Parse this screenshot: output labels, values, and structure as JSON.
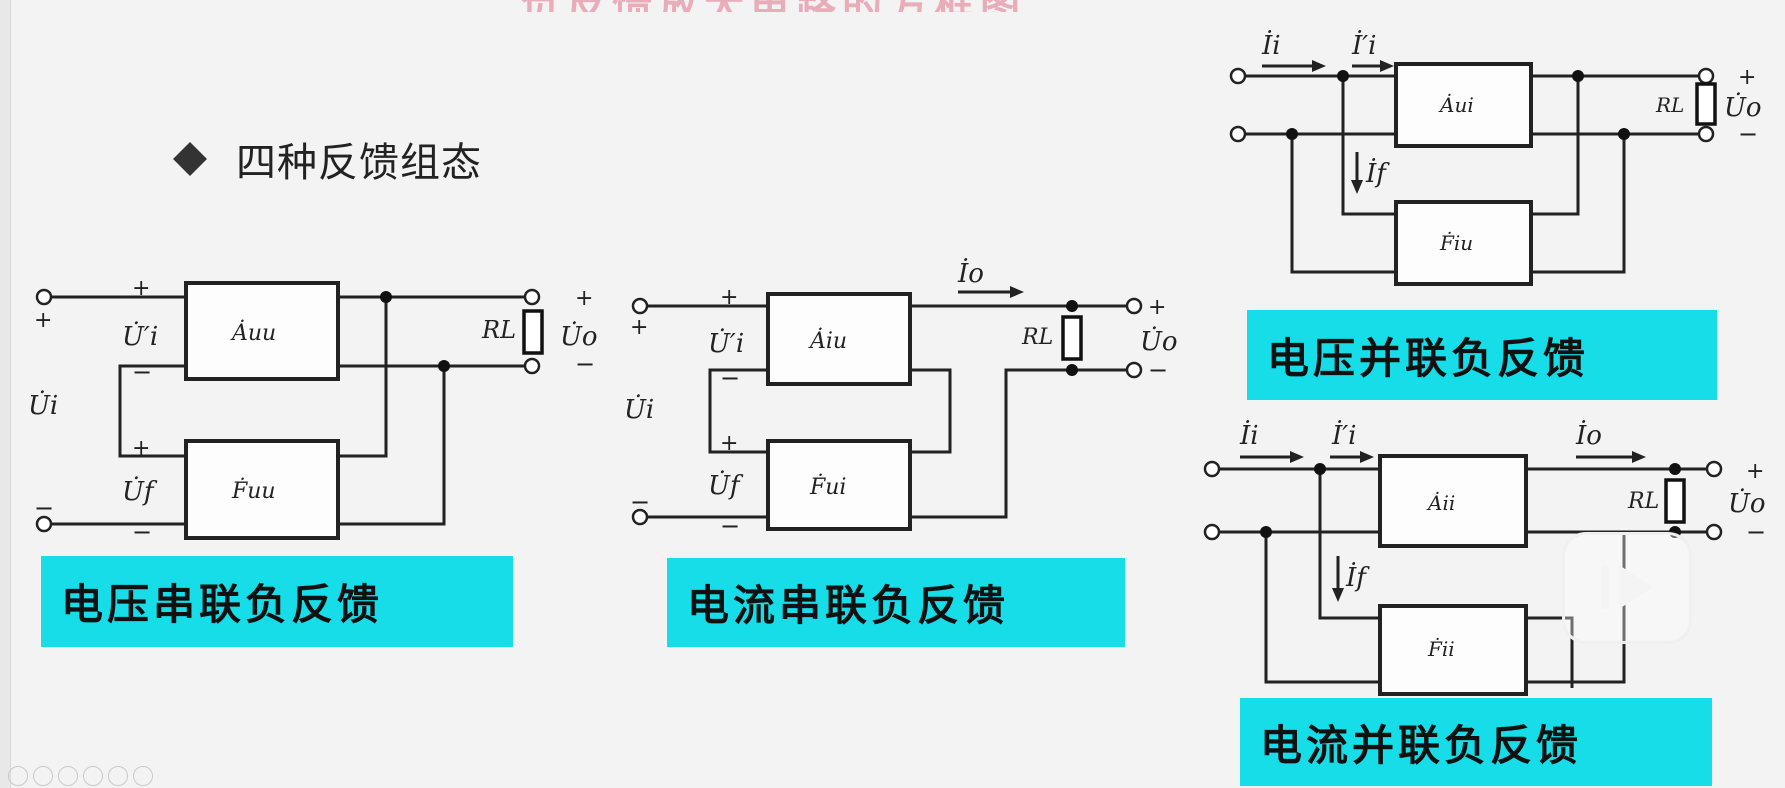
{
  "slide": {
    "title_fragment": "负反馈放大电路的方框图",
    "bullet": "四种反馈组态"
  },
  "diagrams": {
    "voltage_series": {
      "label": "电压串联负反馈",
      "A": "Ȧuu",
      "F": "Ḟuu",
      "Ui": "U̇i",
      "Ui_prime": "U̇′i",
      "Uf": "U̇f",
      "Uo": "U̇o",
      "RL": "RL",
      "plus": "+",
      "minus": "−"
    },
    "current_series": {
      "label": "电流串联负反馈",
      "A": "Ȧiu",
      "F": "Ḟui",
      "Ui": "U̇i",
      "Ui_prime": "U̇′i",
      "Uf": "U̇f",
      "Io": "İo",
      "Uo": "U̇o",
      "RL": "RL",
      "plus": "+",
      "minus": "−"
    },
    "voltage_shunt": {
      "label": "电压并联负反馈",
      "A": "Ȧui",
      "F": "Ḟiu",
      "Ii": "İi",
      "Ii_prime": "İ′i",
      "If": "İf",
      "Uo": "U̇o",
      "RL": "RL",
      "plus": "+",
      "minus": "−"
    },
    "current_shunt": {
      "label": "电流并联负反馈",
      "A": "Ȧii",
      "F": "Ḟii",
      "Ii": "İi",
      "Ii_prime": "İ′i",
      "If": "İf",
      "Io": "İo",
      "Uo": "U̇o",
      "RL": "RL",
      "plus": "+",
      "minus": "−"
    }
  },
  "icons": [
    "diamond-bullet-icon",
    "play-button-icon"
  ]
}
